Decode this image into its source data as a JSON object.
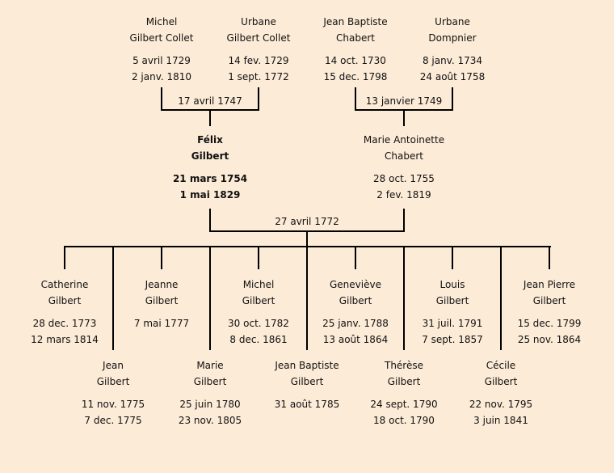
{
  "grandparents": [
    {
      "first": "Michel",
      "last": "Gilbert Collet",
      "birth": "5 avril 1729",
      "death": "2 janv. 1810"
    },
    {
      "first": "Urbane",
      "last": "Gilbert Collet",
      "birth": "14 fev. 1729",
      "death": "1 sept. 1772"
    },
    {
      "first": "Jean Baptiste",
      "last": "Chabert",
      "birth": "14 oct. 1730",
      "death": "15 dec. 1798"
    },
    {
      "first": "Urbane",
      "last": "Dompnier",
      "birth": "8 janv. 1734",
      "death": "24 août 1758"
    }
  ],
  "marriages": {
    "gilbert": "17 avril 1747",
    "chabert": "13 janvier 1749",
    "parents": "27 avril 1772"
  },
  "parents": [
    {
      "first": "Félix",
      "last": "Gilbert",
      "birth": "21 mars 1754",
      "death": "1 mai 1829"
    },
    {
      "first": "Marie Antoinette",
      "last": "Chabert",
      "birth": "28 oct. 1755",
      "death": "2 fev. 1819"
    }
  ],
  "children": [
    {
      "first": "Catherine",
      "last": "Gilbert",
      "birth": "28 dec. 1773",
      "death": "12 mars 1814"
    },
    {
      "first": "Jean",
      "last": "Gilbert",
      "birth": "11 nov. 1775",
      "death": "7 dec. 1775"
    },
    {
      "first": "Jeanne",
      "last": "Gilbert",
      "birth": "7 mai 1777"
    },
    {
      "first": "Marie",
      "last": "Gilbert",
      "birth": "25 juin 1780",
      "death": "23 nov. 1805"
    },
    {
      "first": "Michel",
      "last": "Gilbert",
      "birth": "30 oct. 1782",
      "death": "8 dec. 1861"
    },
    {
      "first": "Jean Baptiste",
      "last": "Gilbert",
      "birth": "31 août 1785"
    },
    {
      "first": "Geneviève",
      "last": "Gilbert",
      "birth": "25 janv. 1788",
      "death": "13 août 1864"
    },
    {
      "first": "Thérèse",
      "last": "Gilbert",
      "birth": "24 sept. 1790",
      "death": "18 oct. 1790"
    },
    {
      "first": "Louis",
      "last": "Gilbert",
      "birth": "31 juil. 1791",
      "death": "7 sept. 1857"
    },
    {
      "first": "Cécile",
      "last": "Gilbert",
      "birth": "22 nov. 1795",
      "death": "3 juin 1841"
    },
    {
      "first": "Jean Pierre",
      "last": "Gilbert",
      "birth": "15 dec. 1799",
      "death": "25 nov. 1864"
    }
  ]
}
